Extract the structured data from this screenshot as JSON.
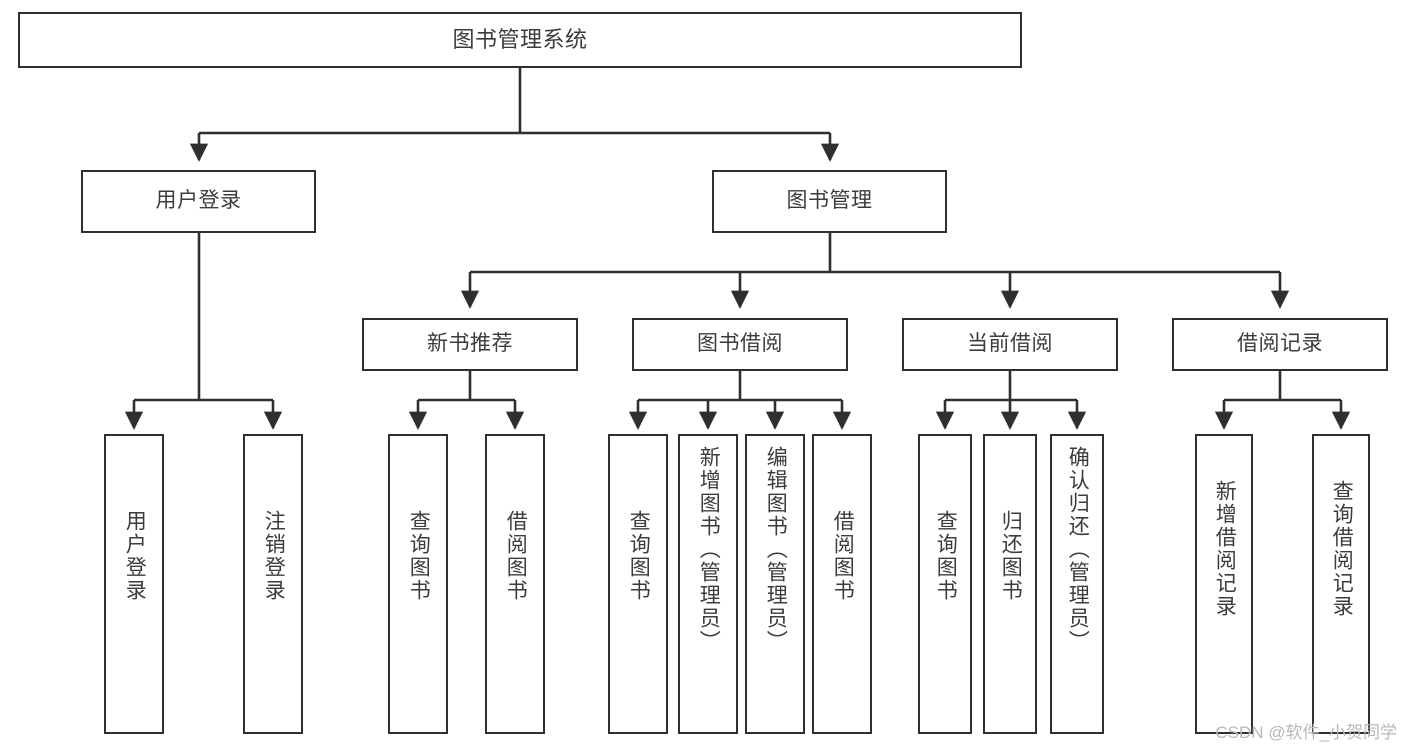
{
  "diagram": {
    "title": "图书管理系统",
    "type": "hierarchy-tree",
    "colors": {
      "background": "#ffffff",
      "box_border": "#2f2f2f",
      "box_fill": "#ffffff",
      "text": "#3c3c3c",
      "connector": "#2f2f2f",
      "watermark": "#b8b8b8"
    },
    "nodes": {
      "root": {
        "label": "图书管理系统"
      },
      "level2": [
        {
          "label": "用户登录"
        },
        {
          "label": "图书管理"
        }
      ],
      "level3": [
        {
          "label": "新书推荐"
        },
        {
          "label": "图书借阅"
        },
        {
          "label": "当前借阅"
        },
        {
          "label": "借阅记录"
        }
      ],
      "leaves": {
        "user_login": [
          {
            "label": "用户登录"
          },
          {
            "label": "注销登录"
          }
        ],
        "new_book_recommend": [
          {
            "label": "查询图书"
          },
          {
            "label": "借阅图书"
          }
        ],
        "book_borrow": [
          {
            "label": "查询图书"
          },
          {
            "label": "新增图书（管理员）"
          },
          {
            "label": "编辑图书（管理员）"
          },
          {
            "label": "借阅图书"
          }
        ],
        "current_borrow": [
          {
            "label": "查询图书"
          },
          {
            "label": "归还图书"
          },
          {
            "label": "确认归还（管理员）"
          }
        ],
        "borrow_record": [
          {
            "label": "新增借阅记录"
          },
          {
            "label": "查询借阅记录"
          }
        ]
      }
    },
    "watermark": "CSDN @软件_小贺同学"
  }
}
